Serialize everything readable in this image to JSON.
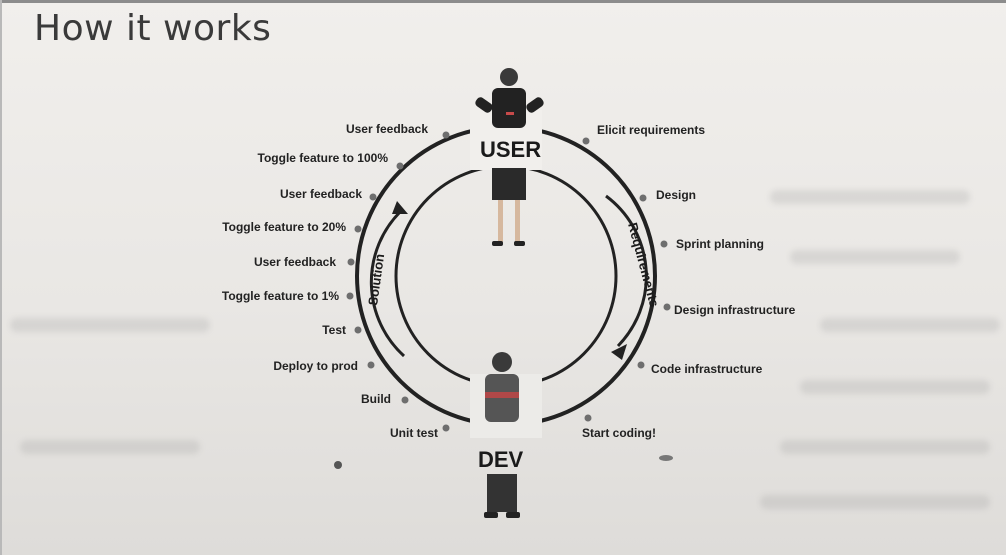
{
  "slide": {
    "title": "How it works"
  },
  "diagram": {
    "top_actor": "USER",
    "bottom_actor": "DEV",
    "right_arc_label": "Requirements",
    "left_arc_label": "Solution",
    "right_steps": [
      "Elicit requirements",
      "Design",
      "Sprint planning",
      "Design infrastructure",
      "Code infrastructure",
      "Start coding!"
    ],
    "left_steps": [
      "User feedback",
      "Toggle feature to 100%",
      "User feedback",
      "Toggle feature to 20%",
      "User feedback",
      "Toggle feature to 1%",
      "Test",
      "Deploy to prod",
      "Build",
      "Unit test"
    ],
    "colors": {
      "ring": "#222222",
      "dots": "#6e6e6e",
      "accent": "#1a1a1a"
    }
  }
}
